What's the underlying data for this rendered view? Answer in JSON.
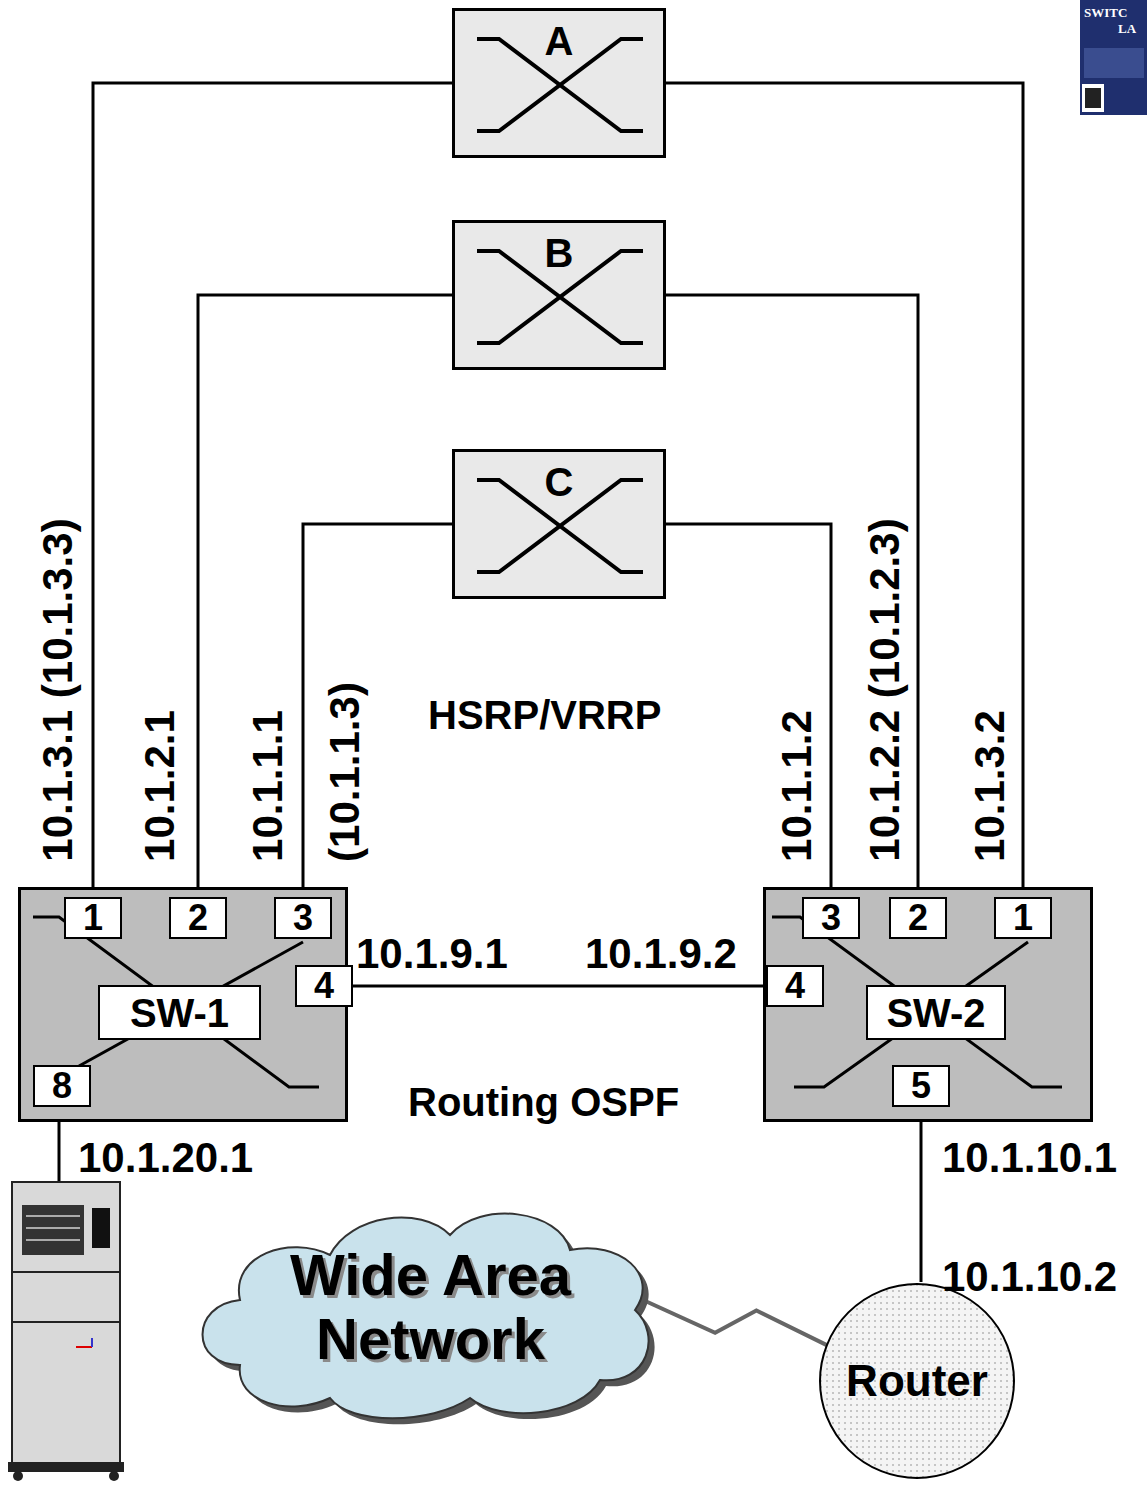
{
  "diagram": {
    "nodes": [
      {
        "text": [
          "A"
        ]
      },
      {
        "text": [
          "B"
        ]
      },
      {
        "text": [
          "C"
        ]
      },
      {
        "text": [
          "SW-1"
        ]
      },
      {
        "text": [
          "1"
        ],
        "in": 3
      },
      {
        "text": [
          "2"
        ],
        "in": 3
      },
      {
        "text": [
          "3"
        ],
        "in": 3
      },
      {
        "text": [
          "4"
        ],
        "in": 3
      },
      {
        "text": [
          "8"
        ],
        "in": 3
      },
      {
        "text": [
          "SW-2"
        ]
      },
      {
        "text": [
          "3"
        ],
        "in": 9
      },
      {
        "text": [
          "2"
        ],
        "in": 9
      },
      {
        "text": [
          "1"
        ],
        "in": 9
      },
      {
        "text": [
          "4"
        ],
        "in": 9
      },
      {
        "text": [
          "5"
        ],
        "in": 9
      },
      {
        "text": [
          "Wide Area Network"
        ]
      },
      {
        "text": [
          "Router"
        ]
      }
    ],
    "edges": [
      {
        "from": 0,
        "to": 4,
        "arrow": "none"
      },
      {
        "from": 0,
        "to": 12,
        "arrow": "none"
      },
      {
        "from": 1,
        "to": 5,
        "arrow": "none"
      },
      {
        "from": 1,
        "to": 11,
        "arrow": "none"
      },
      {
        "from": 2,
        "to": 6,
        "arrow": "none"
      },
      {
        "from": 2,
        "to": 10,
        "arrow": "none"
      },
      {
        "from": 7,
        "to": 13,
        "arrow": "none"
      },
      {
        "from": 14,
        "to": 16,
        "arrow": "none"
      },
      {
        "from": 16,
        "to": 15,
        "arrow": "none"
      }
    ],
    "labels": [
      "10.1.3.1 (10.1.3.3)",
      "10.1.2.1",
      "10.1.1.1",
      "(10.1.1.3)",
      "HSRP/VRRP",
      "10.1.1.2",
      "10.1.2.2 (10.1.2.3)",
      "10.1.3.2",
      "10.1.9.1",
      "10.1.9.2",
      "Routing OSPF",
      "10.1.20.1",
      "10.1.10.1",
      "10.1.10.2",
      "SWITC",
      "LA"
    ]
  }
}
